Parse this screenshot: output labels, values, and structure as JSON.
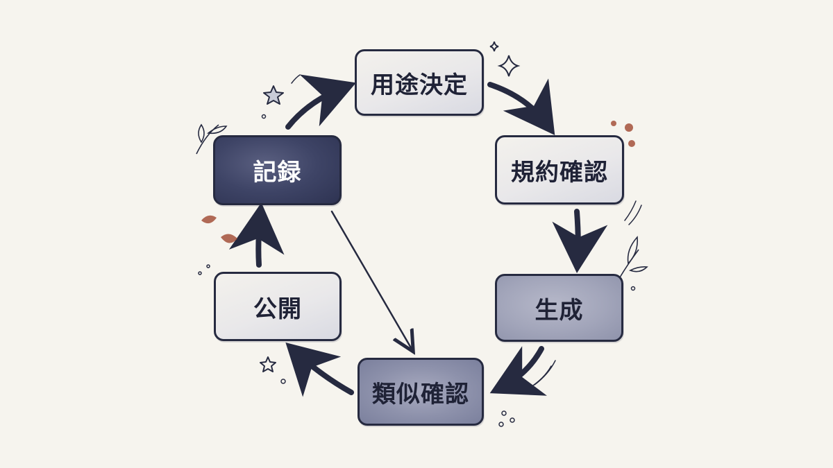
{
  "diagram": {
    "nodes": [
      {
        "id": "purpose",
        "label": "用途決定"
      },
      {
        "id": "terms",
        "label": "規約確認"
      },
      {
        "id": "generate",
        "label": "生成"
      },
      {
        "id": "similarity",
        "label": "類似確認"
      },
      {
        "id": "publish",
        "label": "公開"
      },
      {
        "id": "record",
        "label": "記録"
      }
    ],
    "edges": [
      {
        "from": "purpose",
        "to": "terms"
      },
      {
        "from": "terms",
        "to": "generate"
      },
      {
        "from": "generate",
        "to": "similarity"
      },
      {
        "from": "similarity",
        "to": "publish"
      },
      {
        "from": "publish",
        "to": "record"
      },
      {
        "from": "record",
        "to": "purpose"
      },
      {
        "from": "record",
        "to": "similarity"
      }
    ],
    "colors": {
      "ink": "#262a40",
      "background": "#f6f4ee",
      "leaf": "#a4513b"
    }
  }
}
